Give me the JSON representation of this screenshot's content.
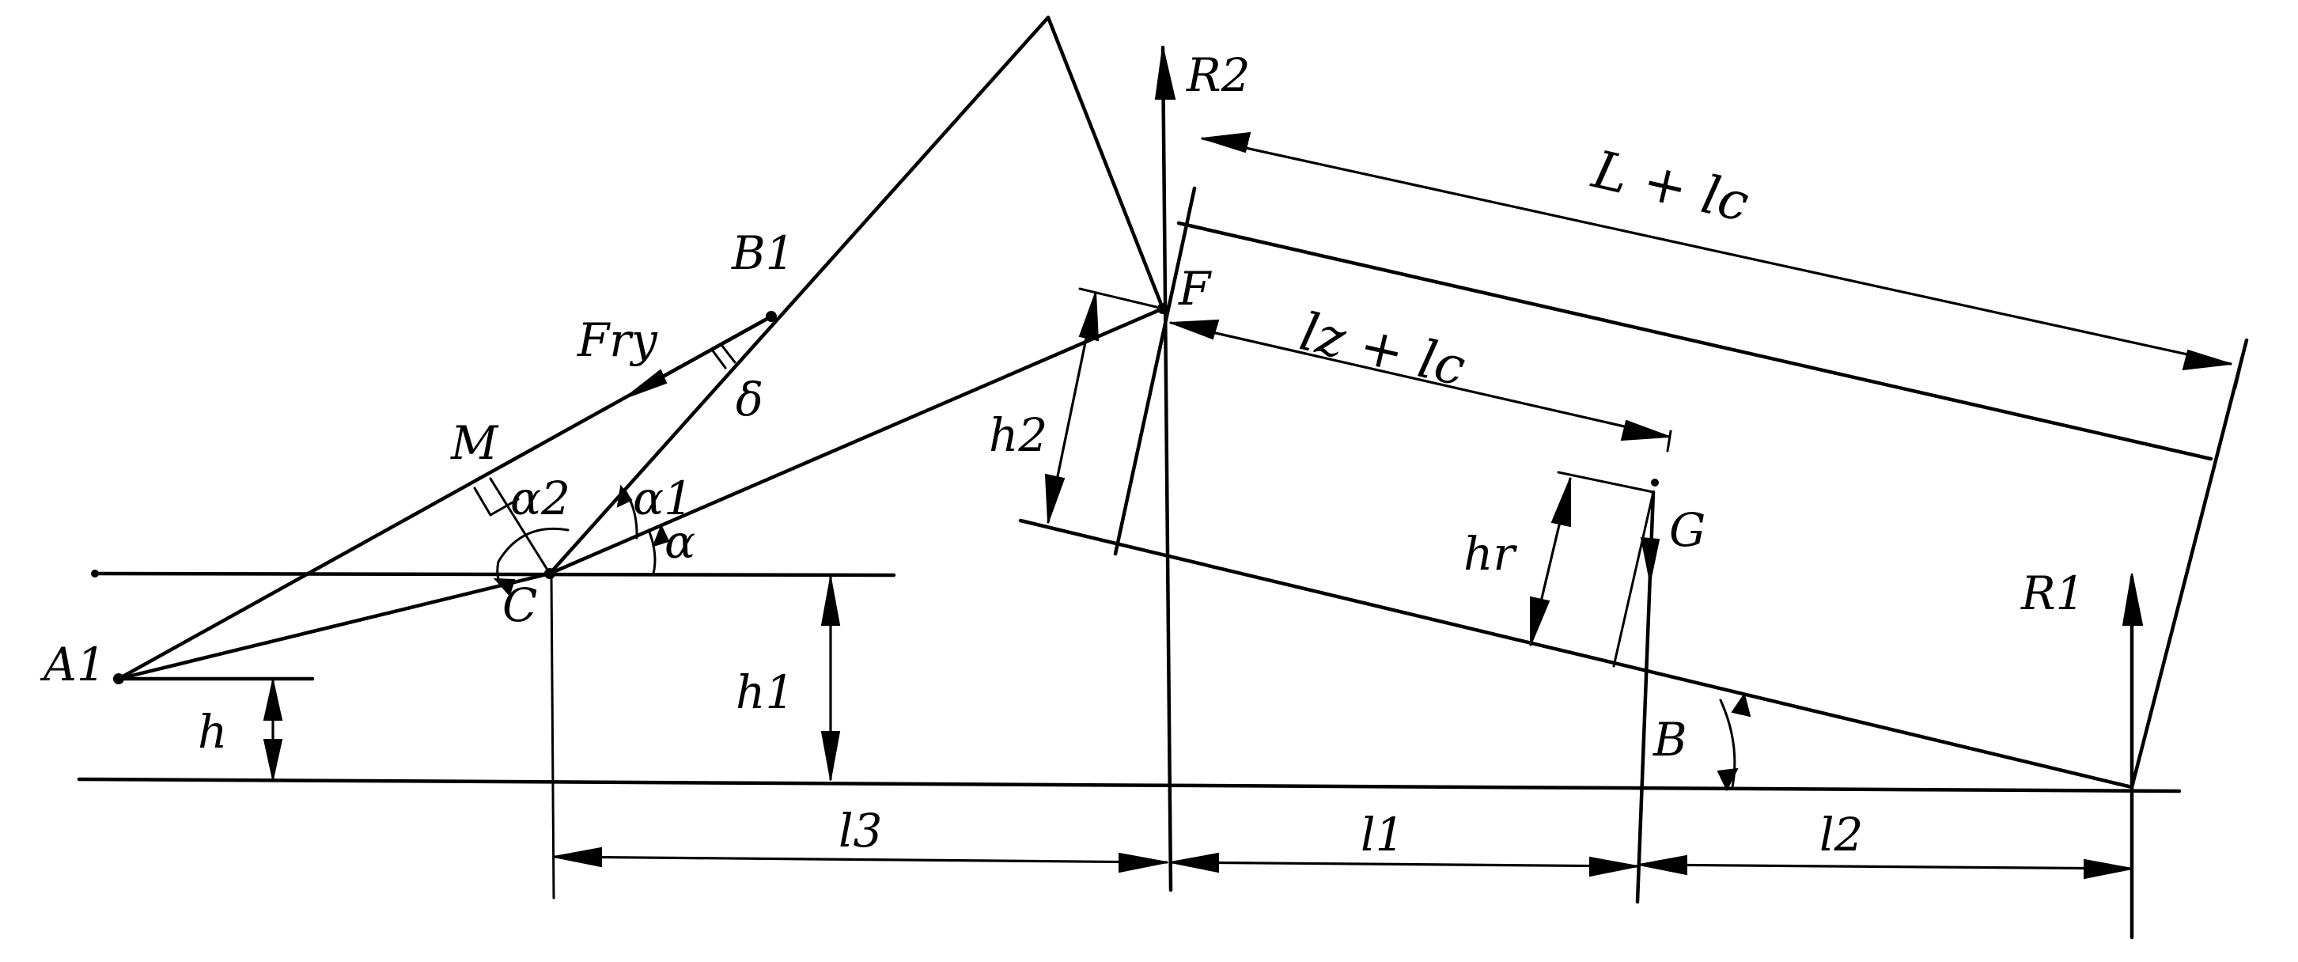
{
  "diagram": {
    "points": {
      "A1": "A1",
      "B1": "B1",
      "C": "C",
      "M": "M",
      "F": "F",
      "G": "G",
      "B": "B"
    },
    "forces": {
      "R1": "R1",
      "R2": "R2",
      "Fry": "Fry"
    },
    "angles": {
      "alpha": "α",
      "alpha1": "α1",
      "alpha2": "α2",
      "delta": "δ",
      "beta": "B"
    },
    "dimensions": {
      "h": "h",
      "h1": "h1",
      "h2": "h2",
      "hr": "hr",
      "l1": "l1",
      "l2": "l2",
      "l3": "l3",
      "lz_lc": "lz + lc",
      "L_lc": "L + lc"
    }
  }
}
